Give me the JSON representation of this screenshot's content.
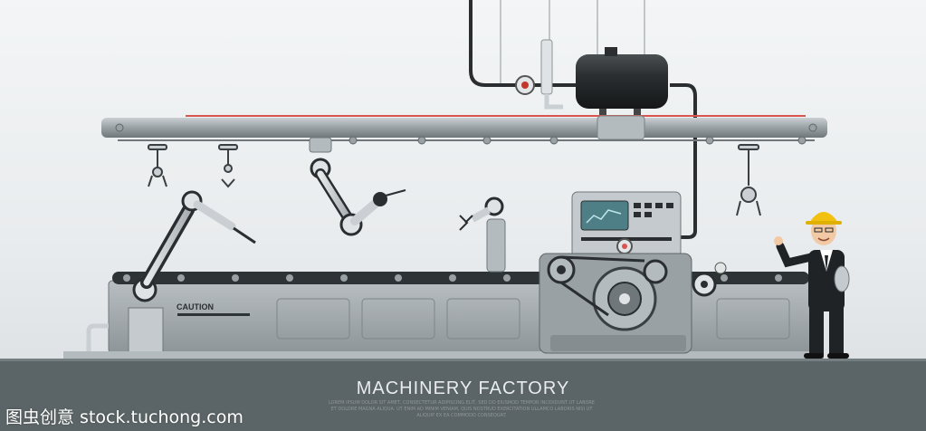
{
  "title": "MACHINERY FACTORY",
  "subtitle": "LOREM IPSUM DOLOR SIT AMET, CONSECTETUR ADIPISCING ELIT, SED DO EIUSMOD TEMPOR INCIDIDUNT UT LABORE ET DOLORE MAGNA ALIQUA. UT ENIM AD MINIM VENIAM, QUIS NOSTRUD EXERCITATION ULLAMCO LABORIS NISI UT ALIQUIP EX EA COMMODO CONSEQUAT.",
  "caution_label": "CAUTION",
  "watermark": "图虫创意 stock.tuchong.com",
  "colors": {
    "machine_body": "#9aa1a4",
    "machine_dark": "#5f6669",
    "belt": "#2e3436",
    "floor": "#5b6466",
    "accent_red": "#d9534f",
    "screen": "#4f7f86",
    "helmet": "#f2c10f",
    "suit": "#1f2326"
  },
  "icons": {
    "robot_arm": "robot-arm-icon",
    "gripper": "gripper-icon",
    "engineer": "engineer-icon"
  }
}
